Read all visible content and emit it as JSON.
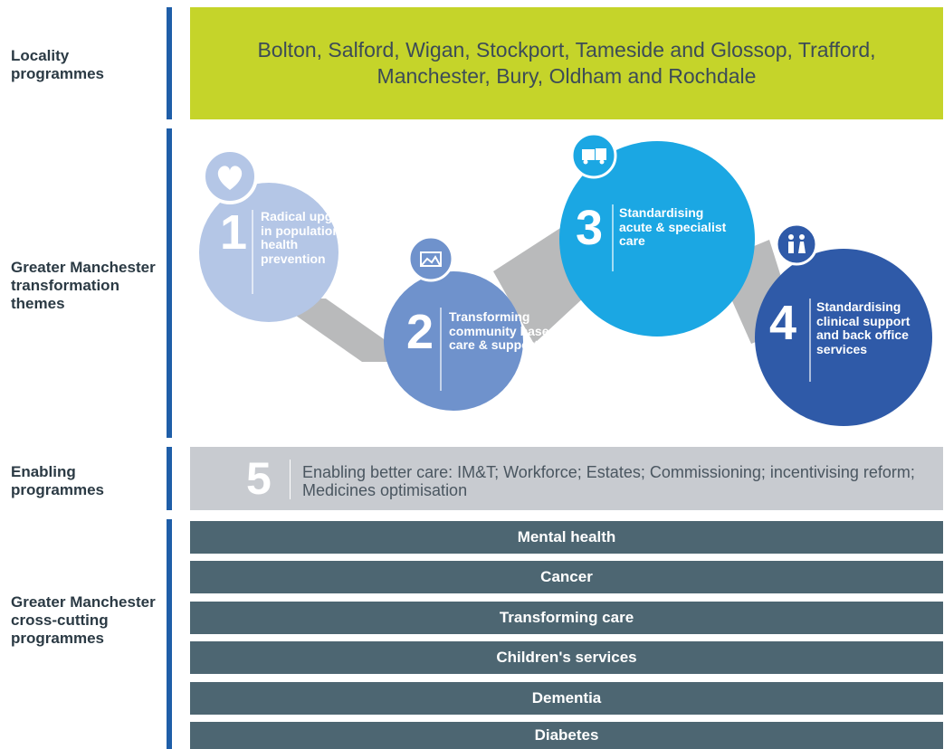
{
  "sections": {
    "locality_label": "Locality programmes",
    "themes_label": "Greater Manchester transformation themes",
    "enabling_label": "Enabling programmes",
    "crosscutting_label": "Greater Manchester cross-cutting programmes"
  },
  "locality": {
    "text": "Bolton, Salford, Wigan, Stockport, Tameside and Glossop, Trafford, Manchester, Bury, Oldham and Rochdale"
  },
  "themes": [
    {
      "number": "1",
      "text": "Radical upgrade in population health prevention",
      "icon": "heart-icon",
      "color": "#b4c6e6"
    },
    {
      "number": "2",
      "text": "Transforming community based care & support",
      "icon": "picture-icon",
      "color": "#6f92cc"
    },
    {
      "number": "3",
      "text": "Standardising acute & specialist care",
      "icon": "ambulance-icon",
      "color": "#1ba7e3"
    },
    {
      "number": "4",
      "text": "Standardising clinical support and back office services",
      "icon": "people-icon",
      "color": "#2f5aa8"
    }
  ],
  "enabling": {
    "number": "5",
    "text": "Enabling better care: IM&T; Workforce; Estates; Commissioning; incentivising reform; Medicines optimisation"
  },
  "crosscutting": [
    "Mental health",
    "Cancer",
    "Transforming care",
    "Children's services",
    "Dementia",
    "Diabetes"
  ],
  "colors": {
    "accent_bar": "#1f5ea8",
    "locality_bg": "#c5d42a",
    "enabling_bg": "#c8cbd0",
    "crosscutting_bg": "#4d6672",
    "connector": "#b9babb"
  }
}
